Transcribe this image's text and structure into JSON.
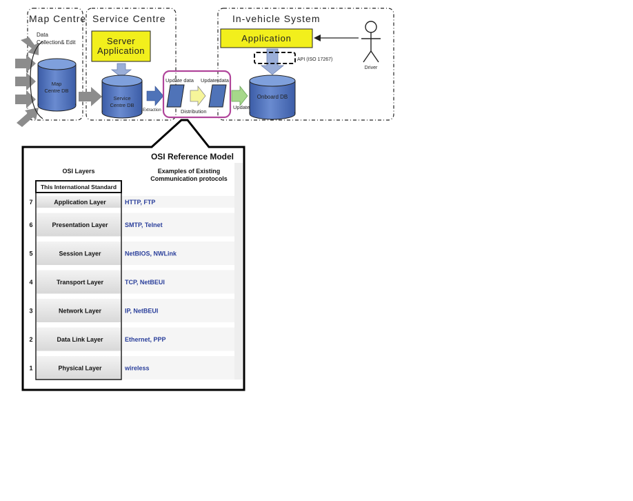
{
  "top": {
    "map_centre": "Map Centre",
    "service_centre": "Service Centre",
    "in_vehicle_system": "In-vehicle System",
    "data_collection_line1": "Data",
    "data_collection_line2": "Collection& Edit",
    "map_db_line1": "Map",
    "map_db_line2": "Centre DB",
    "server_app_line1": "Server",
    "server_app_line2": "Application",
    "service_db_line1": "Service",
    "service_db_line2": "Centre DB",
    "extraction": "Extraction",
    "update_data_1": "Update data",
    "update_data_2": "Update data",
    "distribution": "Distribution",
    "update": "Update",
    "onboard_db": "Onboard DB",
    "application": "Application",
    "api": "API (ISO 17267)",
    "driver": "Driver"
  },
  "osi": {
    "title": "OSI Reference Model",
    "layers_header": "OSI Layers",
    "examples_header_line1": "Examples of Existing",
    "examples_header_line2": "Communication protocols",
    "standard_label": "This International Standard",
    "rows": [
      {
        "num": "7",
        "layer": "Application Layer",
        "protocols": "HTTP, FTP"
      },
      {
        "num": "6",
        "layer": "Presentation Layer",
        "protocols": "SMTP, Telnet"
      },
      {
        "num": "5",
        "layer": "Session Layer",
        "protocols": "NetBIOS, NWLink"
      },
      {
        "num": "4",
        "layer": "Transport Layer",
        "protocols": "TCP, NetBEUI"
      },
      {
        "num": "3",
        "layer": "Network Layer",
        "protocols": "IP, NetBEUI"
      },
      {
        "num": "2",
        "layer": "Data Link Layer",
        "protocols": "Ethernet, PPP"
      },
      {
        "num": "1",
        "layer": "Physical Layer",
        "protocols": "wireless"
      }
    ]
  },
  "colors": {
    "db_blue": "#4f73b8",
    "yellow": "#f2ef1c",
    "magenta": "#b0449a",
    "green_arrow": "#a6d88a",
    "protocol_text": "#2a3f9b"
  }
}
